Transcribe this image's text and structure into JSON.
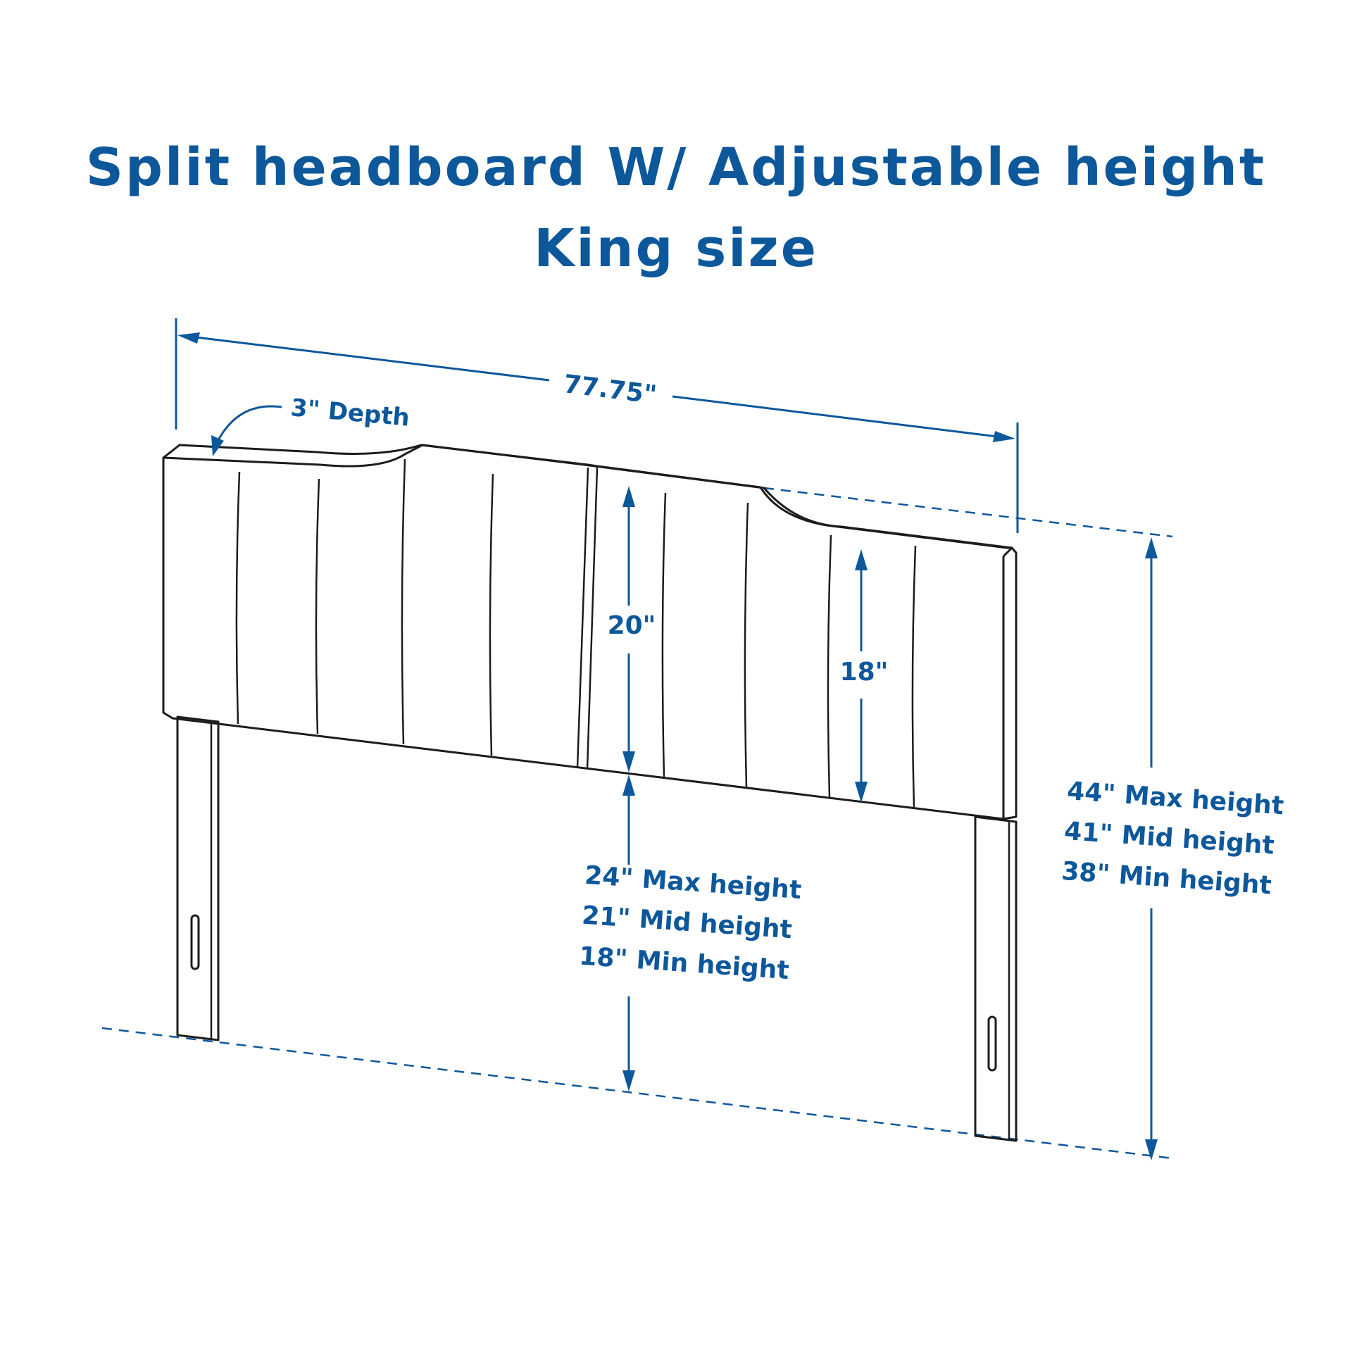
{
  "title": {
    "line1": "Split headboard W/ Adjustable height",
    "line2": "King size"
  },
  "dimensions": {
    "width": "77.75\"",
    "depth": "3\" Depth",
    "panel_left_height": "20\"",
    "panel_right_height": "18\"",
    "leg_heights": [
      "24\" Max height",
      "21\" Mid height",
      "18\" Min height"
    ],
    "overall_heights": [
      "44\" Max height",
      "41\" Mid height",
      "38\" Min height"
    ]
  },
  "colors": {
    "accent": "#0d579b",
    "outline": "#1c1c1c",
    "background": "#ffffff"
  }
}
